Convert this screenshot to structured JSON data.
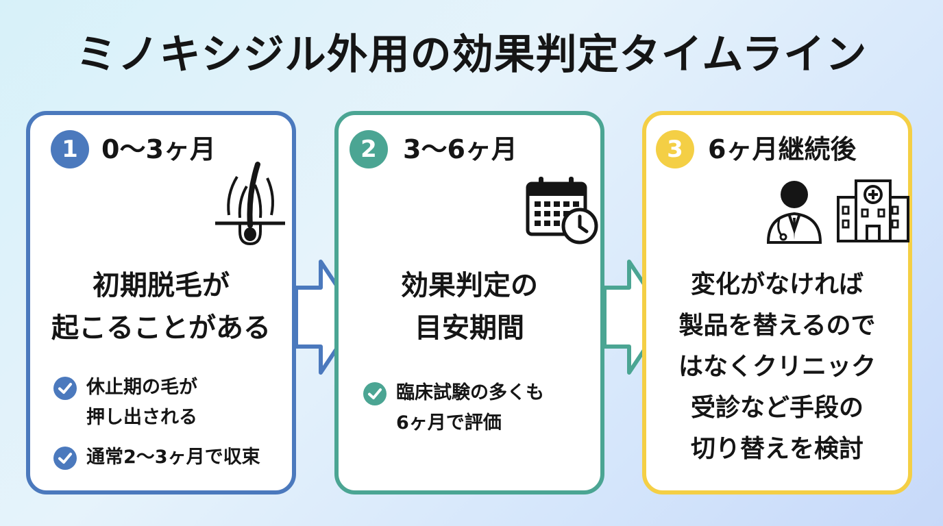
{
  "title": "ミノキシジル外用の効果判定タイムライン",
  "stages": [
    {
      "number": "1",
      "period": "0〜3ヶ月",
      "icon": "hair-follicle-icon",
      "main_lines": [
        "初期脱毛が",
        "起こることがある"
      ],
      "bullets": [
        {
          "lines": [
            "休止期の毛が",
            "押し出される"
          ]
        },
        {
          "lines": [
            "通常2〜3ヶ月で収束"
          ]
        }
      ]
    },
    {
      "number": "2",
      "period": "3〜6ヶ月",
      "icon": "calendar-clock-icon",
      "main_lines": [
        "効果判定の",
        "目安期間"
      ],
      "bullets": [
        {
          "lines": [
            "臨床試験の多くも",
            "6ヶ月で評価"
          ]
        }
      ]
    },
    {
      "number": "3",
      "period": "6ヶ月継続後",
      "icon": "doctor-hospital-icon",
      "main_lines": [
        "変化がなければ",
        "製品を替えるので",
        "はなくクリニック",
        "受診など手段の",
        "切り替えを検討"
      ],
      "bullets": []
    }
  ],
  "colors": {
    "stage1": "#4b79bd",
    "stage2": "#4ba593",
    "stage3": "#f4cf45"
  }
}
